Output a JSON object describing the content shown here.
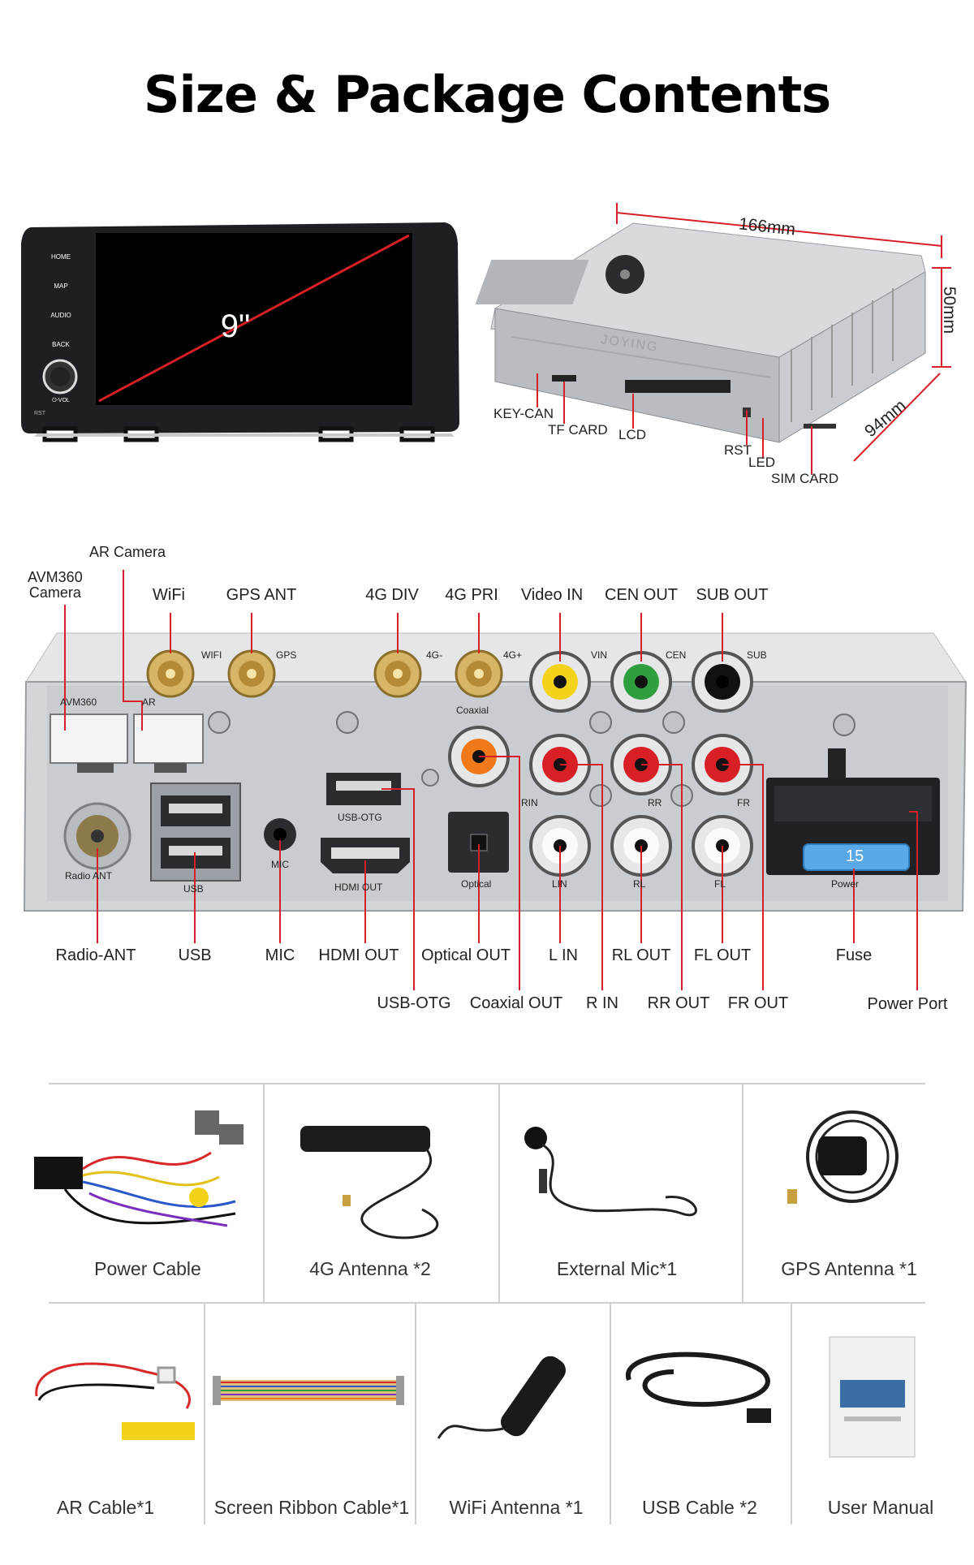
{
  "title": "Size & Package Contents",
  "head_unit": {
    "screen_size": "9\"",
    "buttons": [
      "HOME",
      "MAP",
      "AUDIO",
      "BACK",
      "⏻-VOL"
    ],
    "rst": "RST"
  },
  "chassis": {
    "brand": "JOYING",
    "dimensions": {
      "length": "166mm",
      "height": "50mm",
      "depth": "94mm"
    },
    "ports": [
      "KEY-CAN",
      "TF CARD",
      "LCD",
      "RST",
      "LED",
      "SIM CARD"
    ]
  },
  "rear_panel": {
    "top_labels": {
      "ar_camera": "AR Camera",
      "avm360_camera": "AVM360\nCamera",
      "wifi": "WiFi",
      "gps_ant": "GPS ANT",
      "4g_div": "4G DIV",
      "4g_pri": "4G PRI",
      "video_in": "Video IN",
      "cen_out": "CEN OUT",
      "sub_out": "SUB OUT"
    },
    "bottom_labels_row1": {
      "radio_ant": "Radio-ANT",
      "usb": "USB",
      "mic": "MIC",
      "hdmi_out": "HDMI OUT",
      "optical_out": "Optical OUT",
      "l_in": "L IN",
      "rl_out": "RL OUT",
      "fl_out": "FL OUT",
      "fuse": "Fuse"
    },
    "bottom_labels_row2": {
      "usb_otg": "USB-OTG",
      "coaxial_out": "Coaxial OUT",
      "r_in": "R IN",
      "rr_out": "RR OUT",
      "fr_out": "FR OUT",
      "power_port": "Power Port"
    },
    "silk": {
      "wifi": "WIFI",
      "gps": "GPS",
      "4g_minus": "4G-",
      "4g_plus": "4G+",
      "vin": "VIN",
      "cen": "CEN",
      "sub": "SUB",
      "avm360": "AVM360",
      "ar": "AR",
      "coaxial": "Coaxial",
      "rin": "RIN",
      "rr": "RR",
      "fr": "FR",
      "usb_otg": "USB-OTG",
      "radio_ant": "Radio ANT",
      "usb": "USB",
      "mic": "MIC",
      "hdmi_out": "HDMI OUT",
      "optical": "Optical",
      "lin": "LIN",
      "rl": "RL",
      "fl": "FL",
      "power": "Power",
      "fuse_value": "15"
    }
  },
  "package": {
    "row1": [
      "Power Cable",
      "4G Antenna *2",
      "External Mic*1",
      "GPS Antenna *1"
    ],
    "row2": [
      "AR Cable*1",
      "Screen Ribbon Cable*1",
      "WiFi Antenna *1",
      "USB Cable *2",
      "User Manual"
    ]
  },
  "colors": {
    "callout": "#d61f26",
    "rca_yellow": "#f3d21a",
    "rca_green": "#2e9e3e",
    "rca_red": "#d81f26",
    "rca_orange": "#f07a1a",
    "fuse_blue": "#5aa9e6"
  }
}
